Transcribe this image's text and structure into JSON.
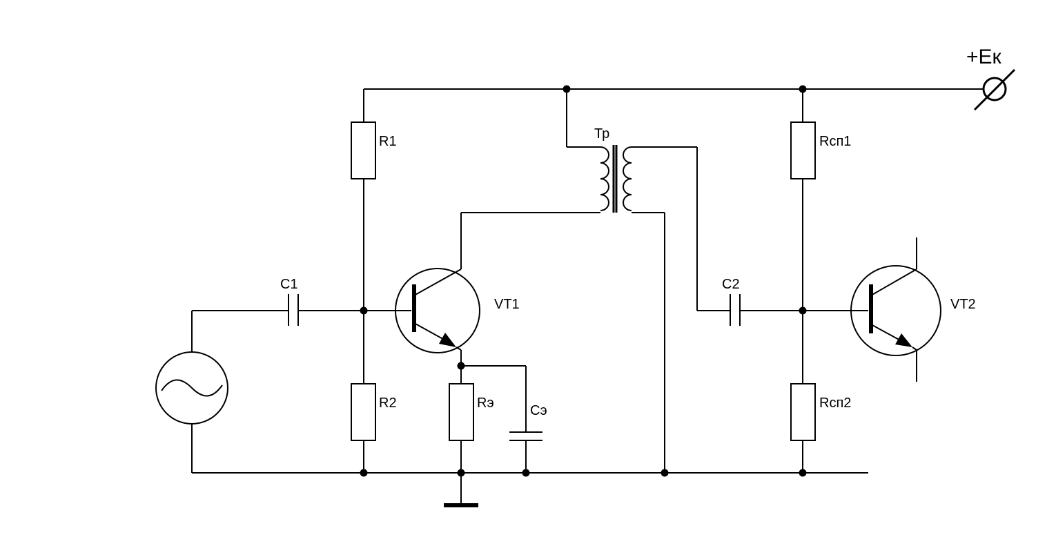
{
  "labels": {
    "supply": "+Ек",
    "r1": "R1",
    "r2": "R2",
    "re": "Rэ",
    "c1": "C1",
    "ce": "Cэ",
    "vt1": "VT1",
    "tr": "Тр",
    "c2": "C2",
    "rsp1": "Rсп1",
    "rsp2": "Rсп2",
    "vt2": "VT2"
  }
}
